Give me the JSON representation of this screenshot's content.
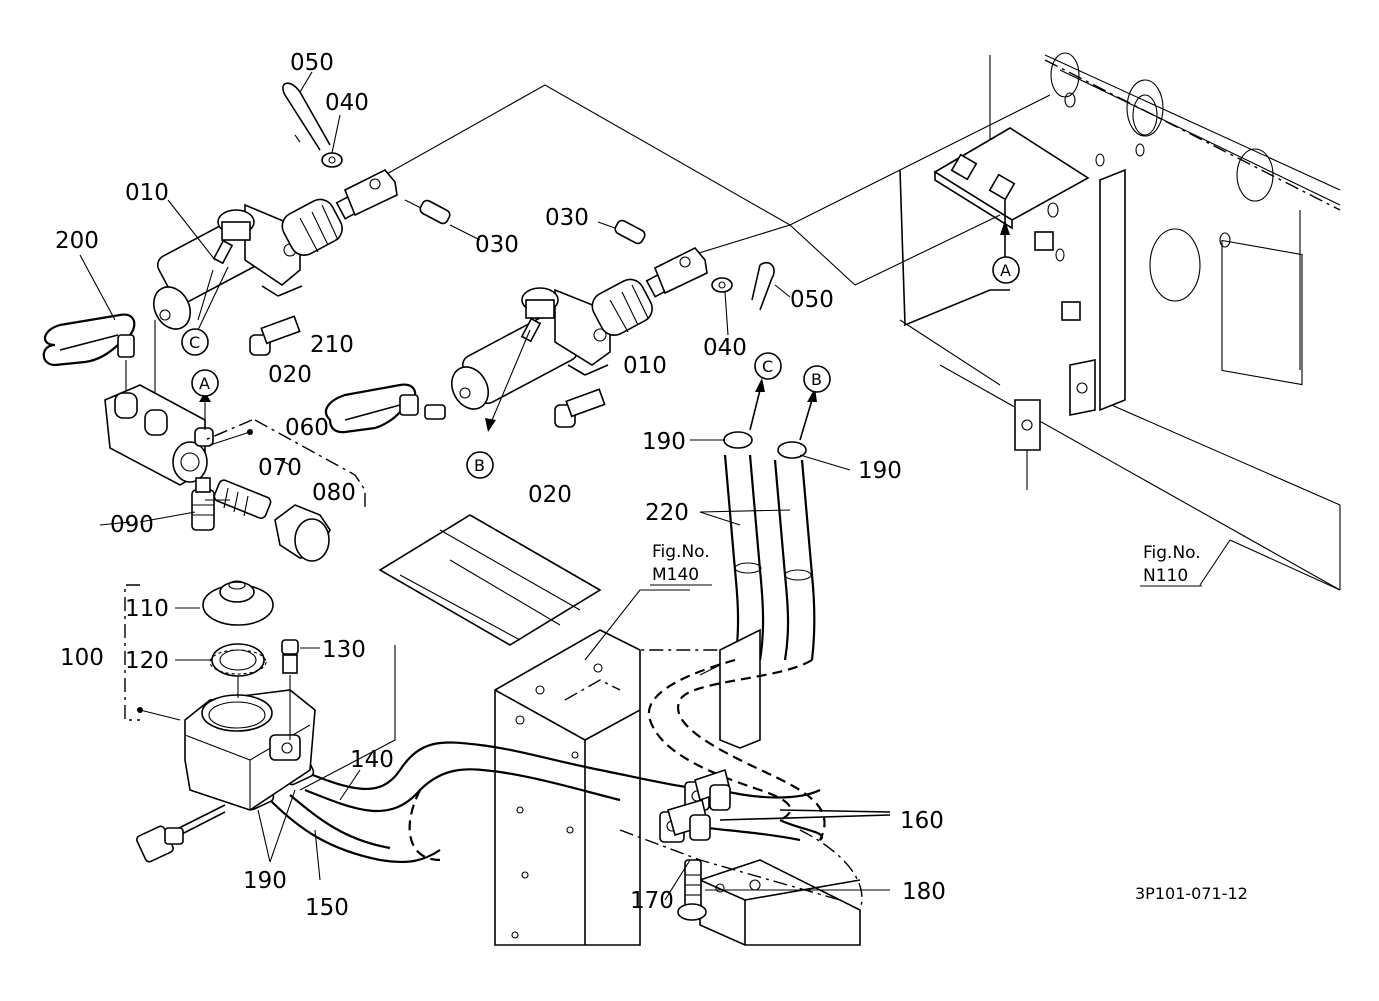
{
  "diagram": {
    "drawing_code": "3P101-071-12",
    "callouts": {
      "c010a": "010",
      "c010b": "010",
      "c020a": "020",
      "c020b": "020",
      "c030a": "030",
      "c030b": "030",
      "c040a": "040",
      "c040b": "040",
      "c050a": "050",
      "c050b": "050",
      "c060": "060",
      "c070": "070",
      "c080": "080",
      "c090": "090",
      "c100": "100",
      "c110": "110",
      "c120": "120",
      "c130": "130",
      "c140": "140",
      "c150": "150",
      "c160": "160",
      "c170": "170",
      "c180": "180",
      "c190a": "190",
      "c190b": "190",
      "c190c": "190",
      "c200": "200",
      "c210": "210",
      "c220": "220"
    },
    "markers": {
      "A1": "A",
      "A2": "A",
      "B1": "B",
      "B2": "B",
      "C1": "C",
      "C2": "C"
    },
    "figure_refs": [
      {
        "label": "Fig.No.",
        "number": "M140"
      },
      {
        "label": "Fig.No.",
        "number": "N110"
      }
    ]
  }
}
